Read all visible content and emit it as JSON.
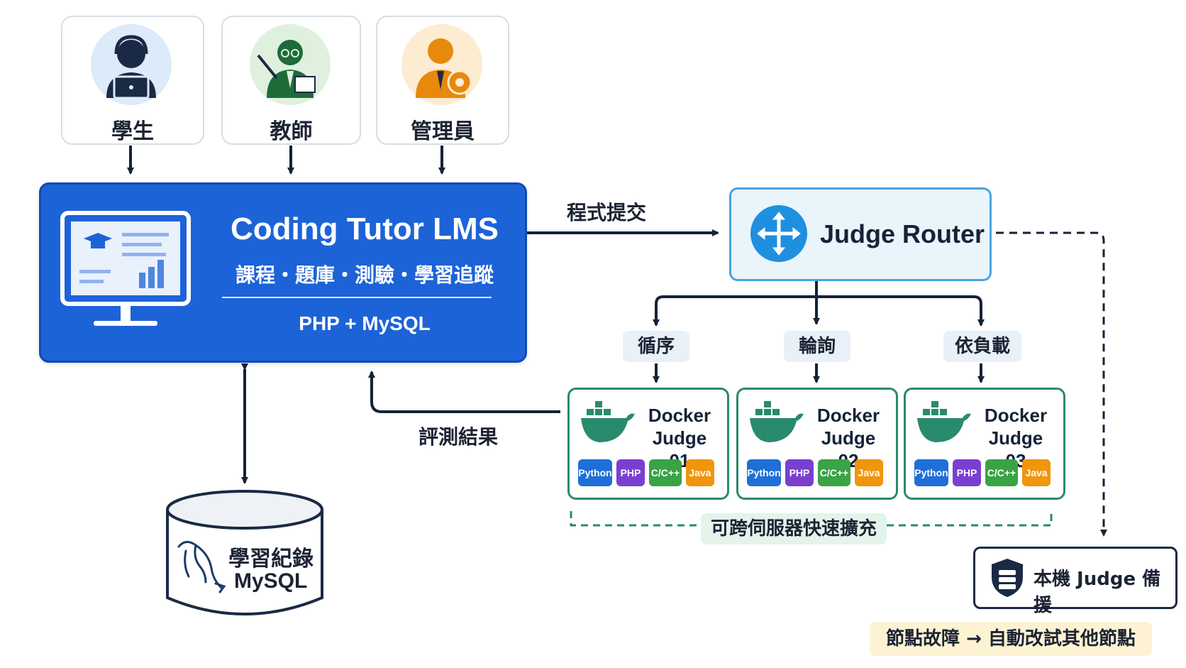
{
  "roles": [
    {
      "label": "學生"
    },
    {
      "label": "教師"
    },
    {
      "label": "管理員"
    }
  ],
  "lms": {
    "title": "Coding Tutor LMS",
    "subtitle": "課程・題庫・測驗・學習追蹤",
    "tech": "PHP + MySQL"
  },
  "edges": {
    "submit": "程式提交",
    "result": "評測結果"
  },
  "router": {
    "label": "Judge Router"
  },
  "strategies": [
    "循序",
    "輪詢",
    "依負載"
  ],
  "judges": [
    {
      "name_line1": "Docker",
      "name_line2": "Judge 01"
    },
    {
      "name_line1": "Docker",
      "name_line2": "Judge 02"
    },
    {
      "name_line1": "Docker",
      "name_line2": "Judge 03"
    }
  ],
  "languages": [
    {
      "name": "Python",
      "color": "#1f6fd8"
    },
    {
      "name": "PHP",
      "color": "#7a3fd1"
    },
    {
      "name": "C/C++",
      "color": "#3aa345"
    },
    {
      "name": "Java",
      "color": "#f0950e"
    }
  ],
  "scale_label": "可跨伺服器快速擴充",
  "backup": {
    "label": "本機 Judge 備援"
  },
  "failover": "節點故障 → 自動改試其他節點",
  "database": {
    "line1": "學習紀錄",
    "line2": "MySQL"
  },
  "colors": {
    "lms_blue": "#1d63d8",
    "router_border": "#4aa3e0",
    "judge_green": "#2a8a6d",
    "arrow_navy": "#152238"
  }
}
